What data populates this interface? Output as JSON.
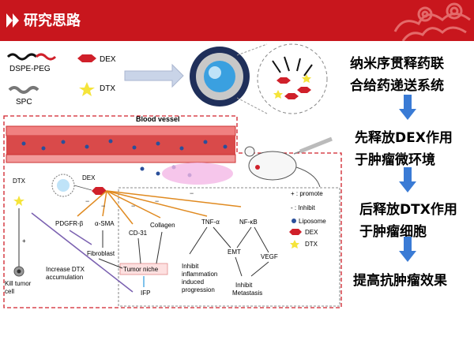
{
  "header": {
    "title": "研究思路"
  },
  "legend_top": {
    "dspe": "DSPE-PEG",
    "spc": "SPC",
    "dex": "DEX",
    "dtx": "DTX"
  },
  "steps": [
    {
      "line1": "纳米序贯释药联",
      "line2": "合给药递送系统"
    },
    {
      "line1": "先释放DEX作用",
      "line2": "于肿瘤微环境"
    },
    {
      "line1": "后释放DTX作用",
      "line2": "于肿瘤细胞"
    },
    {
      "line1": "提高抗肿瘤效果"
    }
  ],
  "diagram": {
    "blood_vessel": "Blood vessel",
    "dtx": "DTX",
    "dex": "DEX",
    "pdgfr": "PDGFR-β",
    "asma": "α-SMA",
    "cd31": "CD-31",
    "collagen": "Collagen",
    "fibroblast": "Fibroblast",
    "tumor_niche": "Tumor  niche",
    "ifp": "IFP",
    "tnf": "TNF-α",
    "nfkb": "NF-κB",
    "emt": "EMT",
    "vegf": "VEGF",
    "inhibit_inflam": [
      "Inhibit",
      "inflammation",
      "induced",
      "progression"
    ],
    "inhibit_meta": [
      "Inhibit",
      "Metastasis"
    ],
    "increase_dtx": [
      "Increase DTX",
      "accumulation"
    ],
    "kill": [
      "Kill tumor",
      "cell"
    ],
    "plus": "+",
    "minus": "−",
    "legend": {
      "promote": "+ : promote",
      "inhibit": "- : Inhibit",
      "liposome": "Liposome",
      "dex": "DEX",
      "dtx": "DTX"
    }
  }
}
